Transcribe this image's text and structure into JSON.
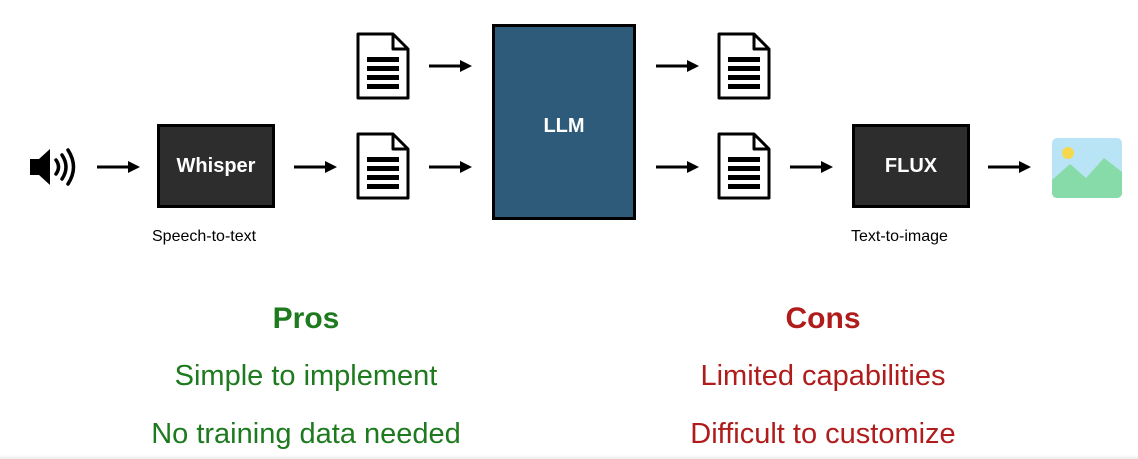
{
  "diagram": {
    "input_icon": "speaker-icon",
    "output_icon": "image-icon",
    "document_icon": "document-icon",
    "arrow_icon": "arrow-right-icon",
    "whisper": {
      "label": "Whisper",
      "caption": "Speech-to-text"
    },
    "llm": {
      "label": "LLM"
    },
    "flux": {
      "label": "FLUX",
      "caption": "Text-to-image"
    }
  },
  "pros": {
    "heading": "Pros",
    "items": [
      "Simple to implement",
      "No training data needed"
    ]
  },
  "cons": {
    "heading": "Cons",
    "items": [
      "Limited capabilities",
      "Difficult to customize"
    ]
  },
  "colors": {
    "pros": "#1e7a1e",
    "cons": "#b01c1c",
    "model_box": "#2d2d2d",
    "llm_box": "#2e5b7a",
    "image_sky": "#b9e4f5",
    "image_hills": "#86dba8",
    "image_sun": "#f5d84e"
  }
}
